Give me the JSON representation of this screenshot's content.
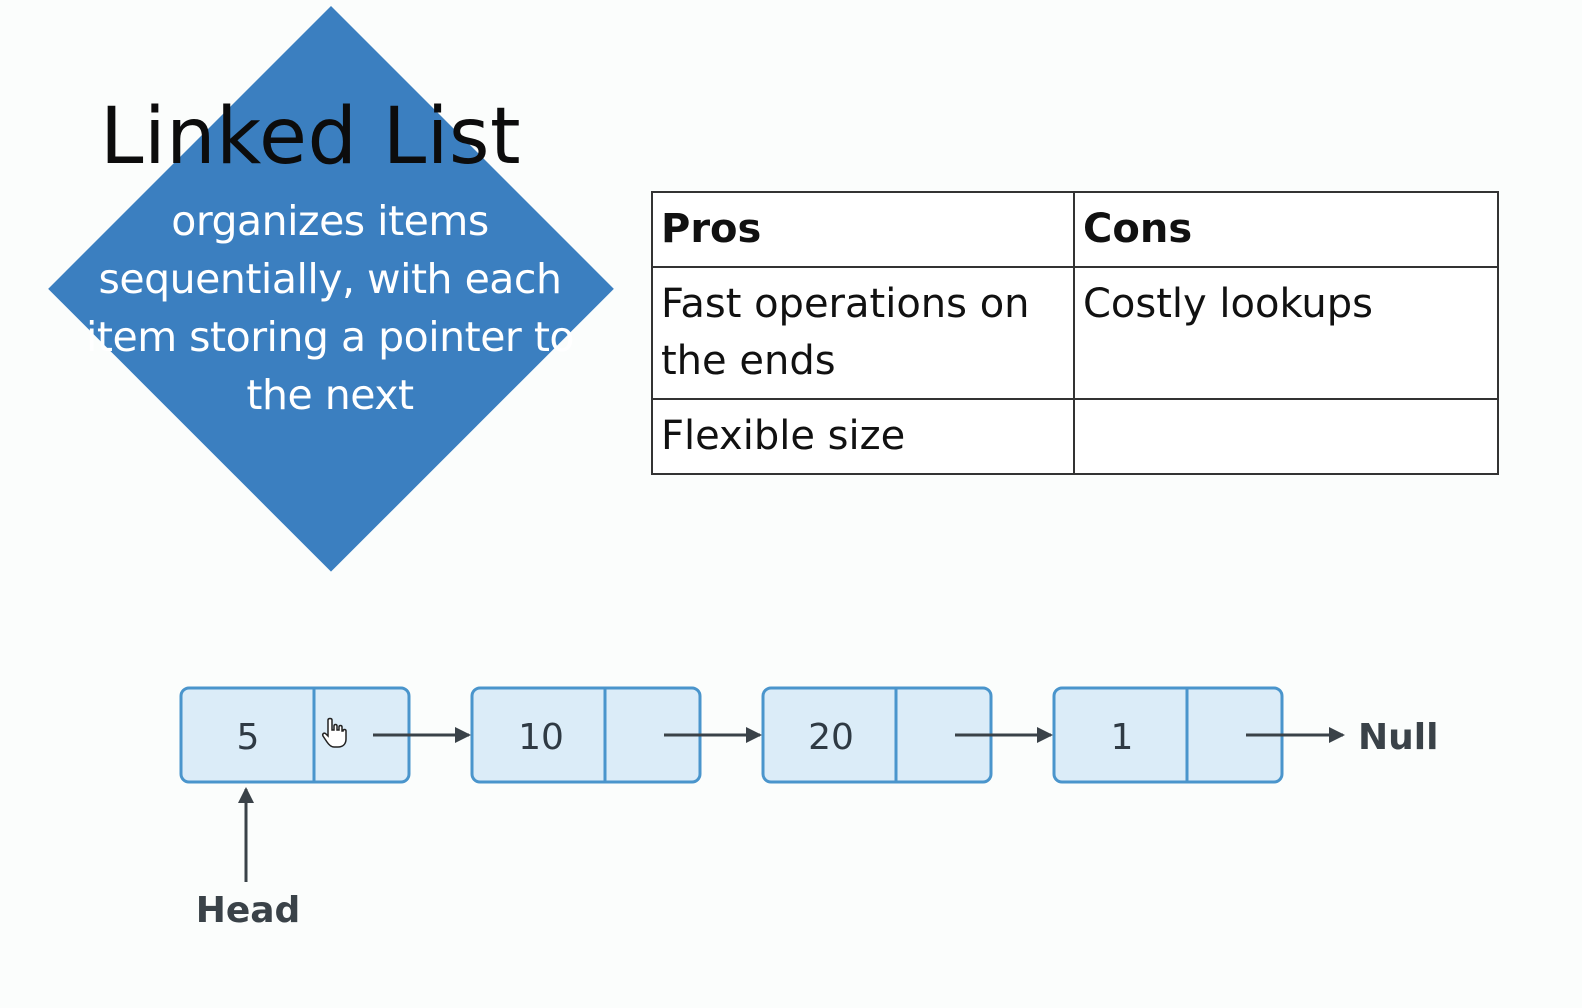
{
  "title": "Linked List",
  "description": "organizes items sequentially, with each item storing a pointer to the next",
  "colors": {
    "diamond": "#3b7fc0",
    "node_fill": "#dbecf8",
    "node_border": "#4a95cc",
    "arrow": "#3a4248"
  },
  "table": {
    "headers": [
      "Pros",
      "Cons"
    ],
    "rows": [
      [
        "Fast operations on the ends",
        "Costly lookups"
      ],
      [
        "Flexible size",
        ""
      ]
    ]
  },
  "linked_list": {
    "nodes": [
      "5",
      "10",
      "20",
      "1"
    ],
    "null_label": "Null",
    "head_label": "Head"
  },
  "cursor_icon": "hand-pointer-icon"
}
